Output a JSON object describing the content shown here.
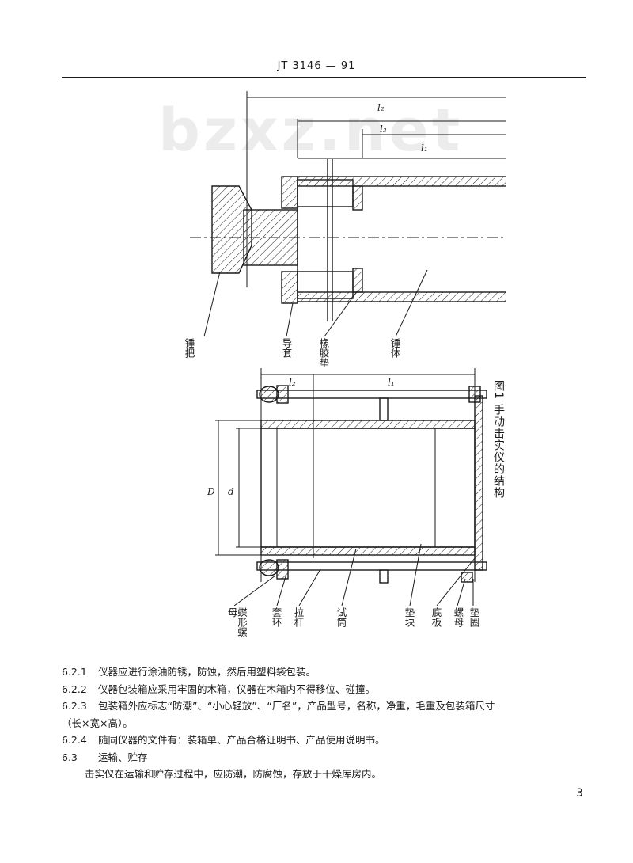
{
  "header": {
    "standard_code": "JT 3146 — 91"
  },
  "watermark": "bzxz.net",
  "figure": {
    "caption": "图1  手动击实仪的结构",
    "top_view": {
      "dims": [
        "l₂",
        "l₃",
        "l₁"
      ],
      "labels": [
        "锤把",
        "导套",
        "橡胶垫",
        "锤体"
      ]
    },
    "bottom_view": {
      "dims": [
        "l₂",
        "l₁",
        "D",
        "d"
      ],
      "labels": [
        "蝶形螺母",
        "套环",
        "拉杆",
        "试筒",
        "垫块",
        "底板",
        "螺母",
        "垫圈"
      ]
    }
  },
  "text": {
    "clauses": [
      {
        "num": "6.2.1",
        "text": "仪器应进行涂油防锈，防蚀，然后用塑料袋包装。"
      },
      {
        "num": "6.2.2",
        "text": "仪器包装箱应采用牢固的木箱，仪器在木箱内不得移位、碰撞。"
      },
      {
        "num": "6.2.3",
        "text": "包装箱外应标志“防潮”、“小心轻放”、“厂名”，产品型号，名称，净重，毛重及包装箱尺寸"
      },
      {
        "num": "",
        "text": "（长×宽×高）。"
      },
      {
        "num": "6.2.4",
        "text": "随同仪器的文件有：装箱单、产品合格证明书、产品使用说明书。"
      },
      {
        "num": "6.3",
        "text": "运输、贮存"
      },
      {
        "num": "",
        "text": "击实仪在运输和贮存过程中，应防潮，防腐蚀，存放于干燥库房内。"
      }
    ]
  },
  "page_number": "3"
}
